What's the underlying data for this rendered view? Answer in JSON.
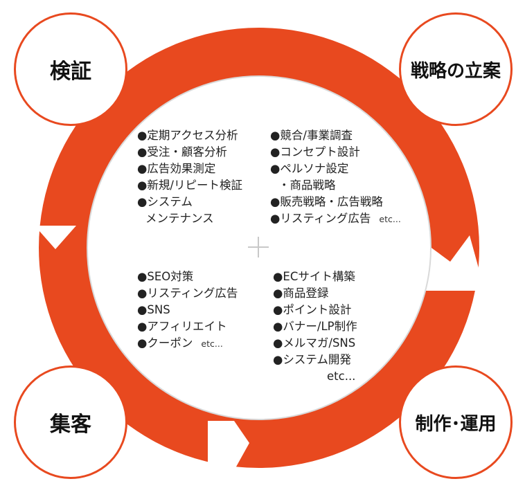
{
  "colors": {
    "accent": "#e8491f",
    "text": "#222222"
  },
  "nodes": {
    "verify": "検証",
    "strategy": "戦略の立案",
    "attract": "集客",
    "produce": "制作･運用"
  },
  "quadrants": {
    "verify_items": [
      "●定期アクセス分析",
      "●受注・顧客分析",
      "●広告効果測定",
      "●新規/リピート検証",
      "●システム",
      "メンテナンス"
    ],
    "strategy_items": [
      "●競合/事業調査",
      "●コンセプト設計",
      "●ペルソナ設定",
      "・商品戦略",
      "●販売戦略・広告戦略",
      "●リスティング広告"
    ],
    "strategy_etc": "etc...",
    "attract_items": [
      "●SEO対策",
      "●リスティング広告",
      "●SNS",
      "●アフィリエイト",
      "●クーポン"
    ],
    "attract_etc": "etc...",
    "produce_items": [
      "●ECサイト構築",
      "●商品登録",
      "●ポイント設計",
      "●バナー/LP制作",
      "●メルマガ/SNS",
      "●システム開発"
    ],
    "produce_etc": "etc..."
  }
}
